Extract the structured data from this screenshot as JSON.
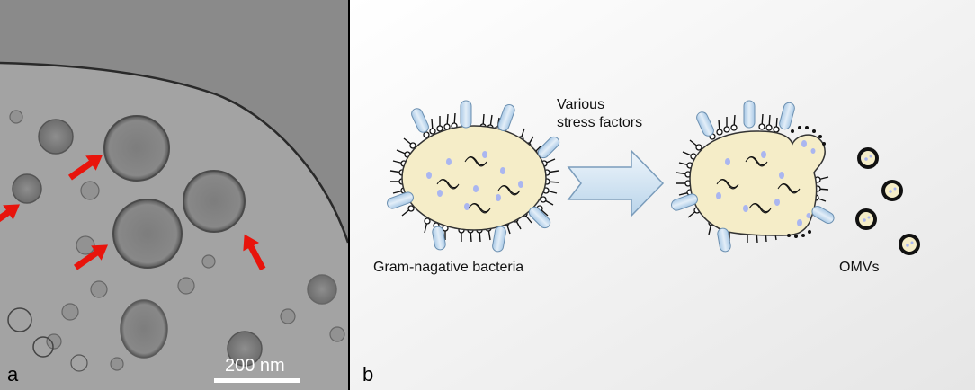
{
  "panel_a": {
    "label": "a",
    "scale_bar_label": "200 nm"
  },
  "panel_b": {
    "label": "b",
    "arrow_caption_line1": "Various",
    "arrow_caption_line2": "stress factors",
    "left_label": "Gram-nagative bacteria",
    "right_label": "OMVs"
  },
  "colors": {
    "cytoplasm": "#f5edc8",
    "lps_blue": "#c8dff0",
    "arrow_fill": "#d7e8f5",
    "micrograph_gray": "#8c8c8c",
    "red_arrow": "#e8140c",
    "dots": "#aab6f0"
  }
}
